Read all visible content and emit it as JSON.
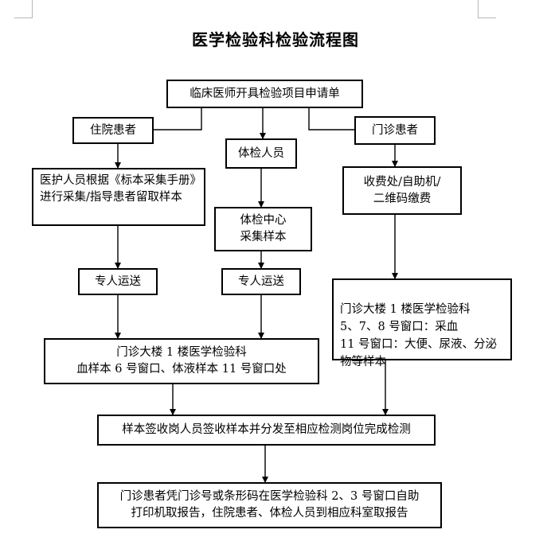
{
  "title": "医学检验科检验流程图",
  "boxes": {
    "clinician": "临床医师开具检验项目申请单",
    "inpatient": "住院患者",
    "checkup": "体检人员",
    "outpatient": "门诊患者",
    "nurse_collect": "医护人员根据《标本采集手册》进行采集/指导患者留取样本",
    "checkup_center": "体检中心\n采集样本",
    "payment": "收费处/自助机/\n二维码缴费",
    "transport_left": "专人运送",
    "transport_mid": "专人运送",
    "outpatient_lab": "门诊大楼 1 楼医学检验科\n5、7、8 号窗口：采血\n11 号窗口：大便、尿液、分泌物等样本",
    "lab_receive_point": "门诊大楼 1 楼医学检验科\n血样本 6 号窗口、体液样本 11 号窗口处",
    "sign_distribute": "样本签收岗人员签收样本并分发至相应检测岗位完成检测",
    "report": "门诊患者凭门诊号或条形码在医学检验科 2、3 号窗口自助\n打印机取报告，住院患者、体检人员到相应科室取报告"
  }
}
